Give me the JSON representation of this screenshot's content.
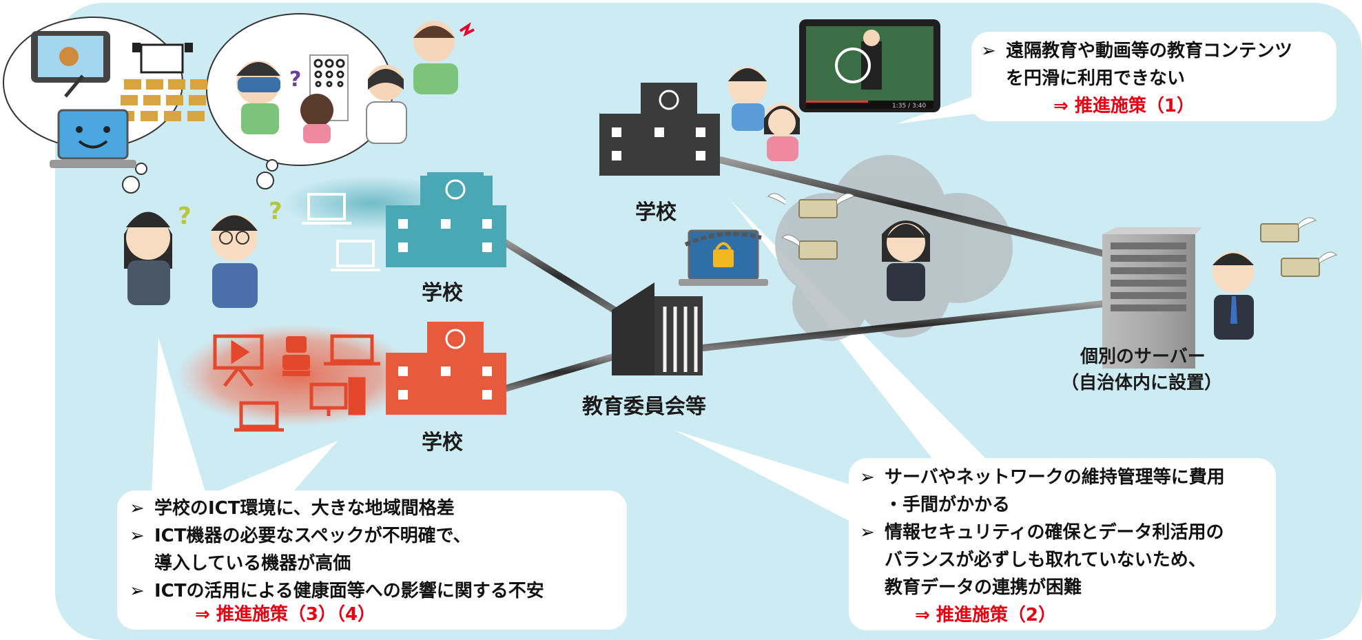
{
  "nodes": {
    "school_top": "学校",
    "school_mid": "学校",
    "school_bottom": "学校",
    "board": "教育委員会等",
    "server_line1": "個別のサーバー",
    "server_line2": "（自治体内に設置）"
  },
  "callouts": {
    "top_right": {
      "lines": [
        "遠隔教育や動画等の教育コンテンツ",
        "を円滑に利用できない"
      ],
      "arrow": "⇒",
      "ref": "推進施策（1）"
    },
    "bottom_left": {
      "items": [
        [
          "学校のICT環境に、大きな地域間格差"
        ],
        [
          "ICT機器の必要なスペックが不明確で、",
          "導入している機器が高価"
        ],
        [
          "ICTの活用による健康面等への影響に関する不安"
        ]
      ],
      "arrow": "⇒",
      "ref": "推進施策（3）（4）"
    },
    "bottom_right": {
      "items": [
        [
          "サーバやネットワークの維持管理等に費用",
          "・手間がかかる"
        ],
        [
          "情報セキュリティの確保とデータ利活用の",
          "バランスが必ずしも取れていないため、",
          "教育データの連携が困難"
        ]
      ],
      "arrow": "⇒",
      "ref": "推進施策（2）"
    }
  },
  "video": {
    "time": "1:35 / 3:40"
  },
  "icons": [
    "tablet-icon",
    "projector-icon",
    "classroom-desks-icon",
    "happy-laptop-icon",
    "vr-headset-child-icon",
    "eye-chart-icon",
    "doctor-icon",
    "headache-boy-icon",
    "confused-woman-icon",
    "confused-man-icon",
    "laptop-icon",
    "presentation-icon",
    "robot-icon",
    "desktop-pc-icon",
    "video-player-icon",
    "worried-students-icon",
    "locked-laptop-icon",
    "flying-money-icon",
    "worried-woman-icon",
    "server-rack-icon",
    "worried-man-icon",
    "cloud-icon",
    "school-building-icon",
    "office-building-icon"
  ],
  "colors": {
    "panel": "#cdebf3",
    "school_dark": "#3b3b3b",
    "school_teal": "#4aa8b5",
    "school_red": "#e85a3c",
    "accent_red": "#e60012"
  }
}
